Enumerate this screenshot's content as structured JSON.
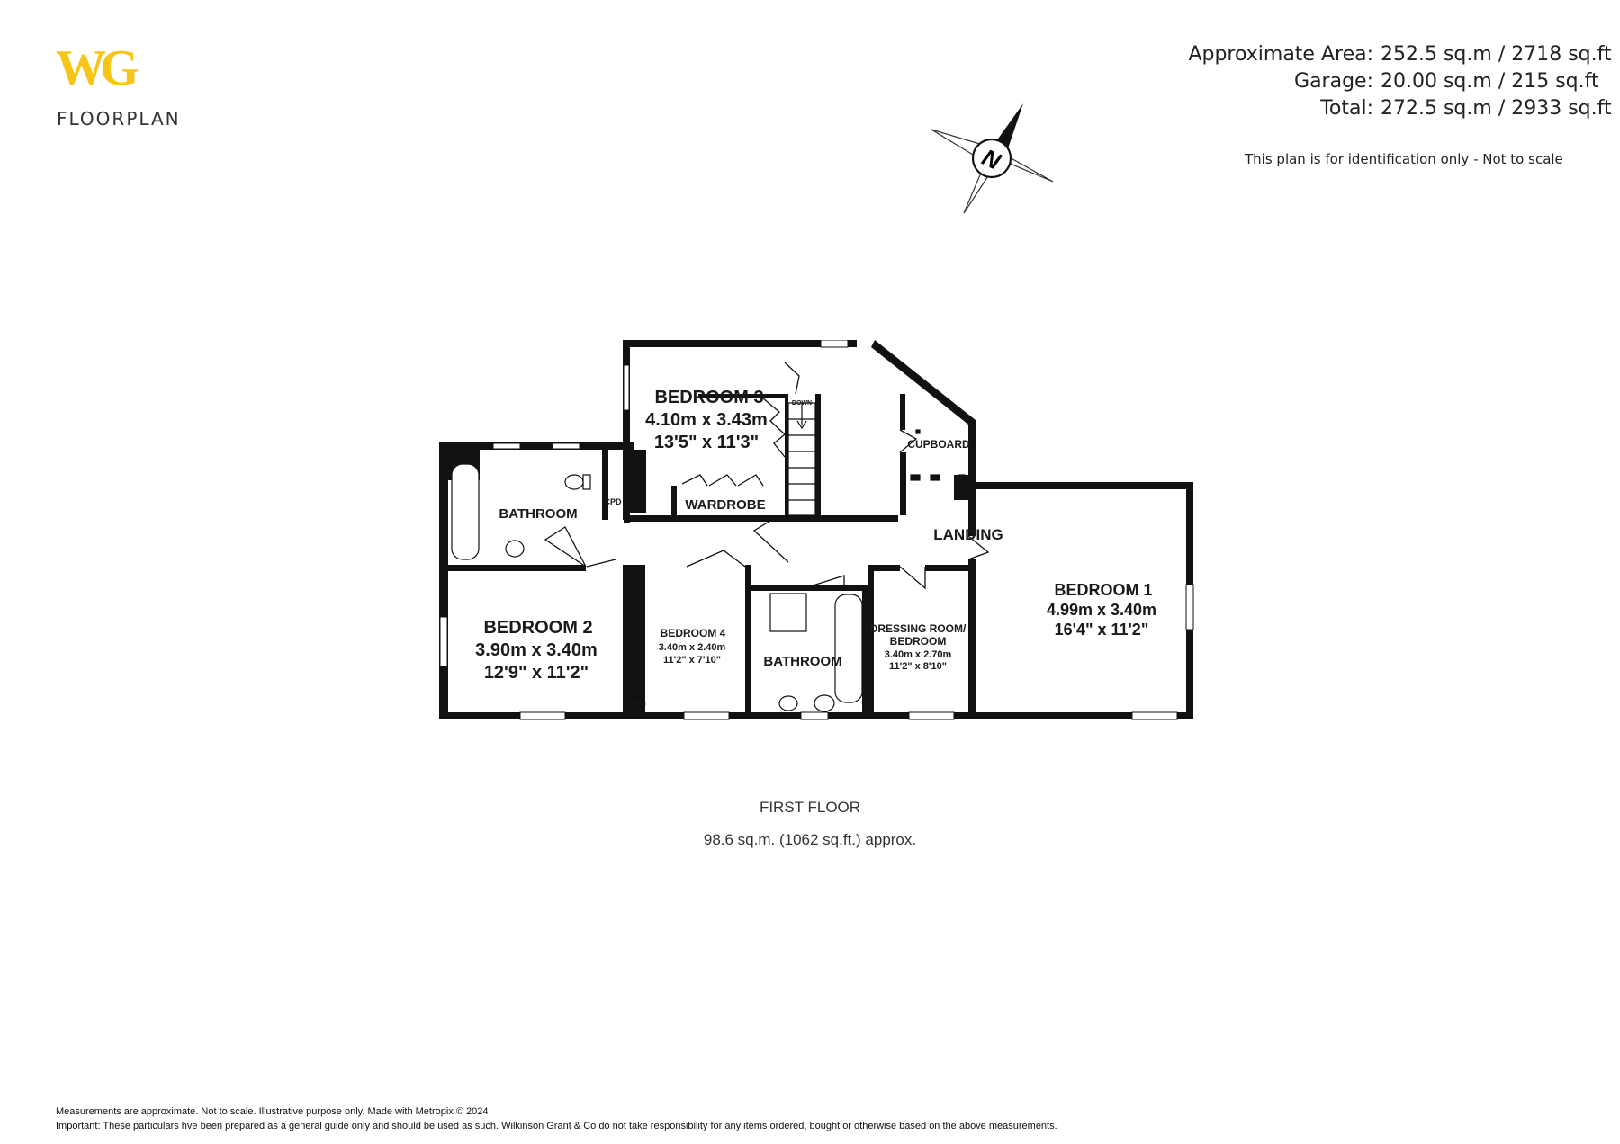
{
  "logo": {
    "mark": "WG",
    "subtitle": "FLOORPLAN"
  },
  "areas": [
    {
      "label": "Approximate Area:",
      "value": "252.5 sq.m / 2718 sq.ft"
    },
    {
      "label": "Garage:",
      "value": "20.00 sq.m / 215 sq.ft"
    },
    {
      "label": "Total:",
      "value": "272.5 sq.m / 2933 sq.ft"
    }
  ],
  "disclaimer_top": "This plan is for identification only - Not to scale",
  "compass": {
    "letter": "N"
  },
  "rooms": {
    "bedroom3": {
      "name": "BEDROOM 3",
      "metric": "4.10m  x 3.43m",
      "imperial": "13'5\"  x 11'3\""
    },
    "bathroom_left": {
      "name": "BATHROOM"
    },
    "cpd": {
      "name": "CPD"
    },
    "wardrobe": {
      "name": "WARDROBE"
    },
    "down": {
      "name": "DOWN"
    },
    "cupboard": {
      "name": "CUPBOARD"
    },
    "landing": {
      "name": "LANDING"
    },
    "bedroom2": {
      "name": "BEDROOM 2",
      "metric": "3.90m  x 3.40m",
      "imperial": "12'9\"  x 11'2\""
    },
    "bedroom4": {
      "name": "BEDROOM 4",
      "metric": "3.40m  x 2.40m",
      "imperial": "11'2\"  x 7'10\""
    },
    "bathroom_mid": {
      "name": "BATHROOM"
    },
    "dressing": {
      "name1": "DRESSING ROOM/",
      "name2": "BEDROOM",
      "metric": "3.40m  x 2.70m",
      "imperial": "11'2\"  x 8'10\""
    },
    "bedroom1": {
      "name": "BEDROOM 1",
      "metric": "4.99m  x 3.40m",
      "imperial": "16'4\"  x 11'2\""
    },
    "wardrobe_small": {
      "name": "WARDROBE"
    }
  },
  "floor": {
    "title": "FIRST FLOOR",
    "area": "98.6 sq.m. (1062 sq.ft.) approx."
  },
  "footer": {
    "line1": "Measurements are approximate.  Not to scale. Illustrative purpose only. Made with Metropix © 2024",
    "line2": "Important: These particulars hve been prepared as a general guide only and should be used as such. Wilkinson Grant & Co do not take responsibility for any items ordered, bought or otherwise based on the above measurements."
  },
  "colors": {
    "brand": "#f5c518",
    "wall": "#111111"
  }
}
